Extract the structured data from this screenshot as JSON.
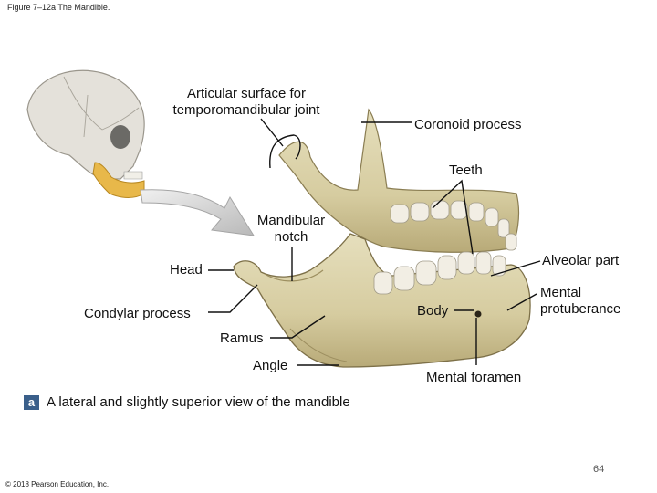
{
  "figure_caption": "Figure 7–12a The Mandible.",
  "labels": {
    "articular_surface": "Articular surface for\ntemporomandibular joint",
    "coronoid_process": "Coronoid process",
    "teeth": "Teeth",
    "mandibular_notch": "Mandibular\nnotch",
    "alveolar_part": "Alveolar part",
    "head": "Head",
    "mental_protuberance": "Mental\nprotuberance",
    "condylar_process": "Condylar process",
    "body": "Body",
    "ramus": "Ramus",
    "angle": "Angle",
    "mental_foramen": "Mental foramen"
  },
  "panel": {
    "letter": "a",
    "caption": "A lateral and slightly superior view of the mandible"
  },
  "page_number": "64",
  "copyright": "© 2018 Pearson Education, Inc.",
  "colors": {
    "bone": "#d8cfa6",
    "bone_shadow": "#a89a6a",
    "skull": "#e4e1da",
    "mandible_highlight": "#e8b84a",
    "tooth": "#f2eee4",
    "leader": "#111111",
    "panel_letter_bg": "#3a5f8a"
  }
}
